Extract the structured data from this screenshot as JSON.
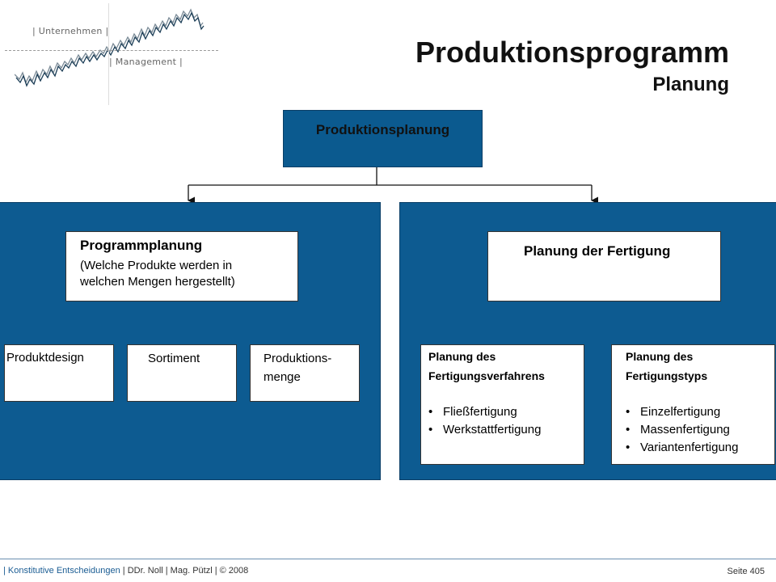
{
  "header": {
    "logo_top": "| Unternehmen |",
    "logo_bottom": "| Management |",
    "title": "Produktionsprogramm",
    "subtitle": "Planung"
  },
  "diagram": {
    "root": "Produktionsplanung",
    "left": {
      "title": "Programmplanung",
      "desc_line1": "(Welche Produkte werden in",
      "desc_line2": "welchen Mengen hergestellt)",
      "children": [
        "Produktdesign",
        "Sortiment",
        "Produktions-",
        "menge"
      ]
    },
    "right": {
      "title": "Planung der Fertigung",
      "child1": {
        "line1": "Planung des",
        "line2": "Fertigungsverfahrens",
        "bullets": [
          "Fließfertigung",
          "Werkstattfertigung"
        ]
      },
      "child2": {
        "line1": "Planung des",
        "line2": "Fertigungstyps",
        "bullets": [
          "Einzelfertigung",
          "Massenfertigung",
          "Variantenfertigung"
        ]
      }
    }
  },
  "footer": {
    "section": "| Konstitutive  Entscheidungen",
    "authors": " | DDr. Noll | Mag. Pützl | © 2008",
    "page": "Seite 405"
  }
}
